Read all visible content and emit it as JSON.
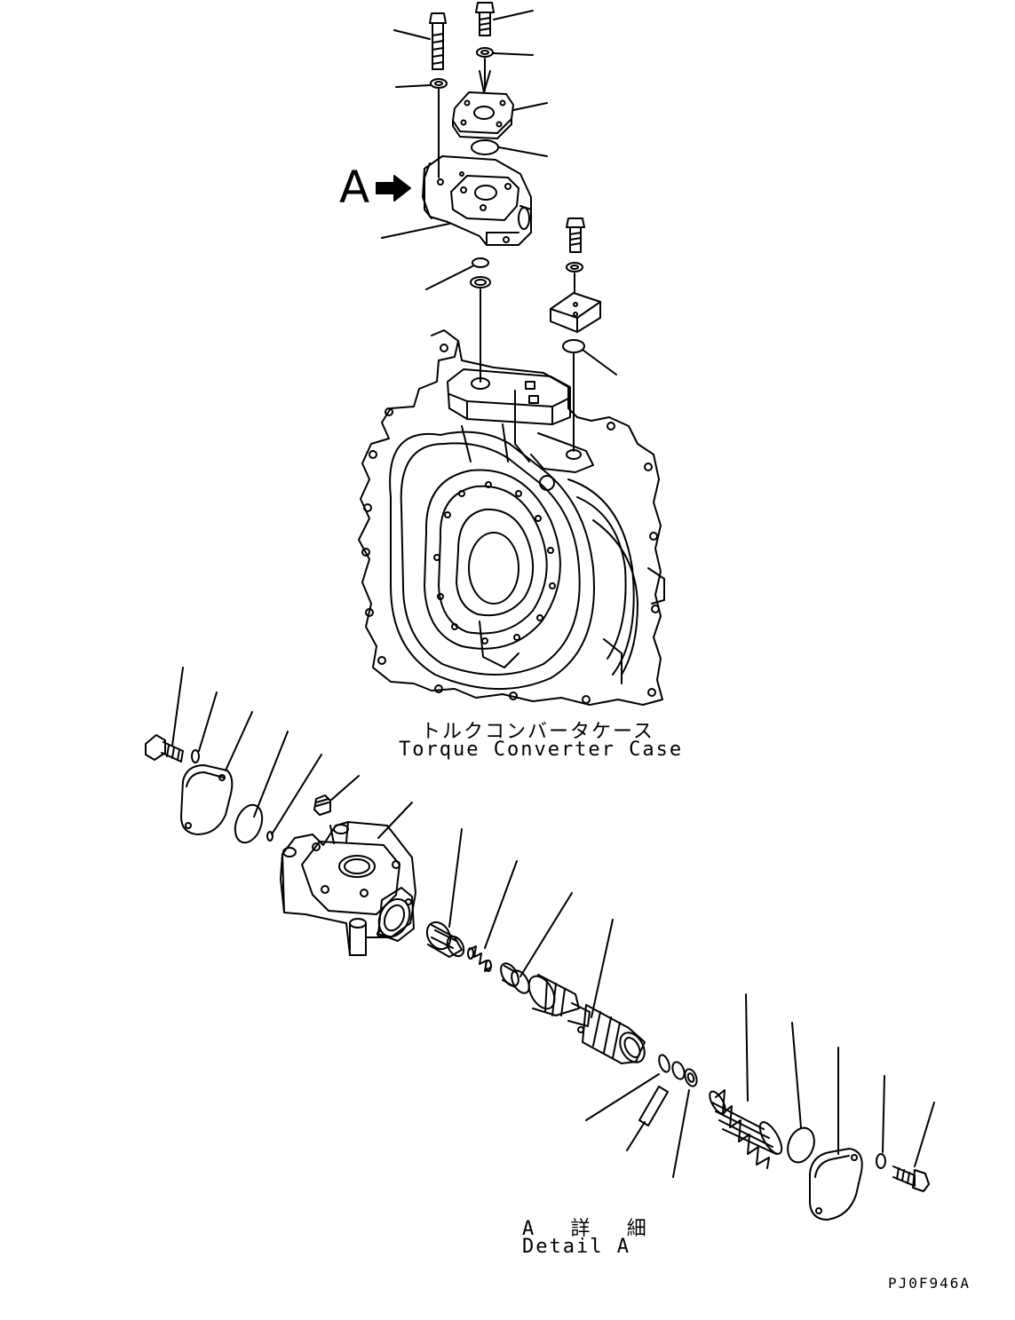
{
  "labels": {
    "callout_letter": "A",
    "case_jp": "トルクコンバータケース",
    "case_en": "Torque Converter Case",
    "detail_jp": "A 詳 細",
    "detail_en": "Detail A",
    "drawing_number": "PJ0F946A"
  },
  "colors": {
    "ink": "#000000",
    "paper": "#ffffff"
  },
  "icons": {
    "callout_arrow": "arrow-right-icon"
  }
}
